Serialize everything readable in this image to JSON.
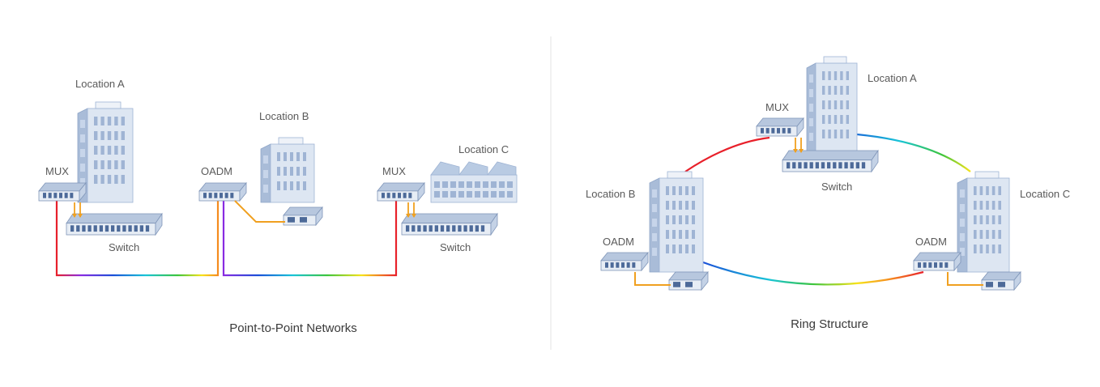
{
  "point_to_point": {
    "caption": "Point-to-Point Networks",
    "location_a": "Location A",
    "location_b": "Location B",
    "location_c": "Location C",
    "mux_a": "MUX",
    "oadm_b": "OADM",
    "mux_c": "MUX",
    "switch_a": "Switch",
    "switch_c": "Switch"
  },
  "ring": {
    "caption": "Ring Structure",
    "location_a": "Location A",
    "location_b": "Location B",
    "location_c": "Location C",
    "mux_a": "MUX",
    "switch_a": "Switch",
    "oadm_b": "OADM",
    "oadm_c": "OADM"
  },
  "colors": {
    "building_face": "#dde6f2",
    "building_side": "#a9bcd8",
    "window": "#9fb4d4",
    "device_body": "#e7edf5",
    "device_top": "#b7c7de",
    "link_orange": "#f0a020",
    "spectrum": [
      "#e8202a",
      "#f58a1f",
      "#f7e31a",
      "#3cc43c",
      "#18c4d8",
      "#1a4fd8",
      "#8a2be2"
    ]
  }
}
